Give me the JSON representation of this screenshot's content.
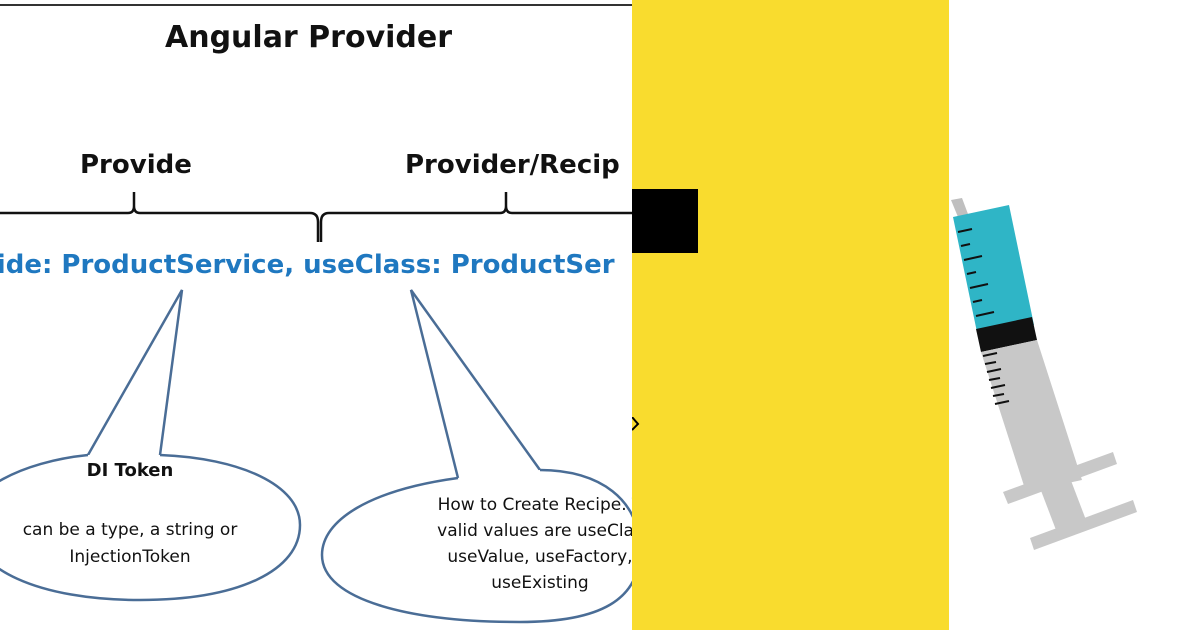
{
  "diagram": {
    "title": "Angular Provider",
    "provide_label": "Provide",
    "recipe_label": "Provider/Recip",
    "code_line": "ovide: ProductService, useClass: ProductSer",
    "di_token": {
      "title": "DI Token",
      "line1": "can be a type, a string or",
      "line2": "InjectionToken"
    },
    "recipe_callout": {
      "line1": "How to Create Recipe. T",
      "line2": "valid values are useClas",
      "line3": "useValue,  useFactory,",
      "line4": "useExisting"
    }
  },
  "colors": {
    "code_blue": "#1f78c0",
    "outline_blue": "#4a6d96",
    "yellow": "#f9dc2e",
    "syringe_liquid": "#2fb5c6",
    "syringe_body": "#c8c8c8"
  },
  "icons": [
    "syringe-icon"
  ]
}
